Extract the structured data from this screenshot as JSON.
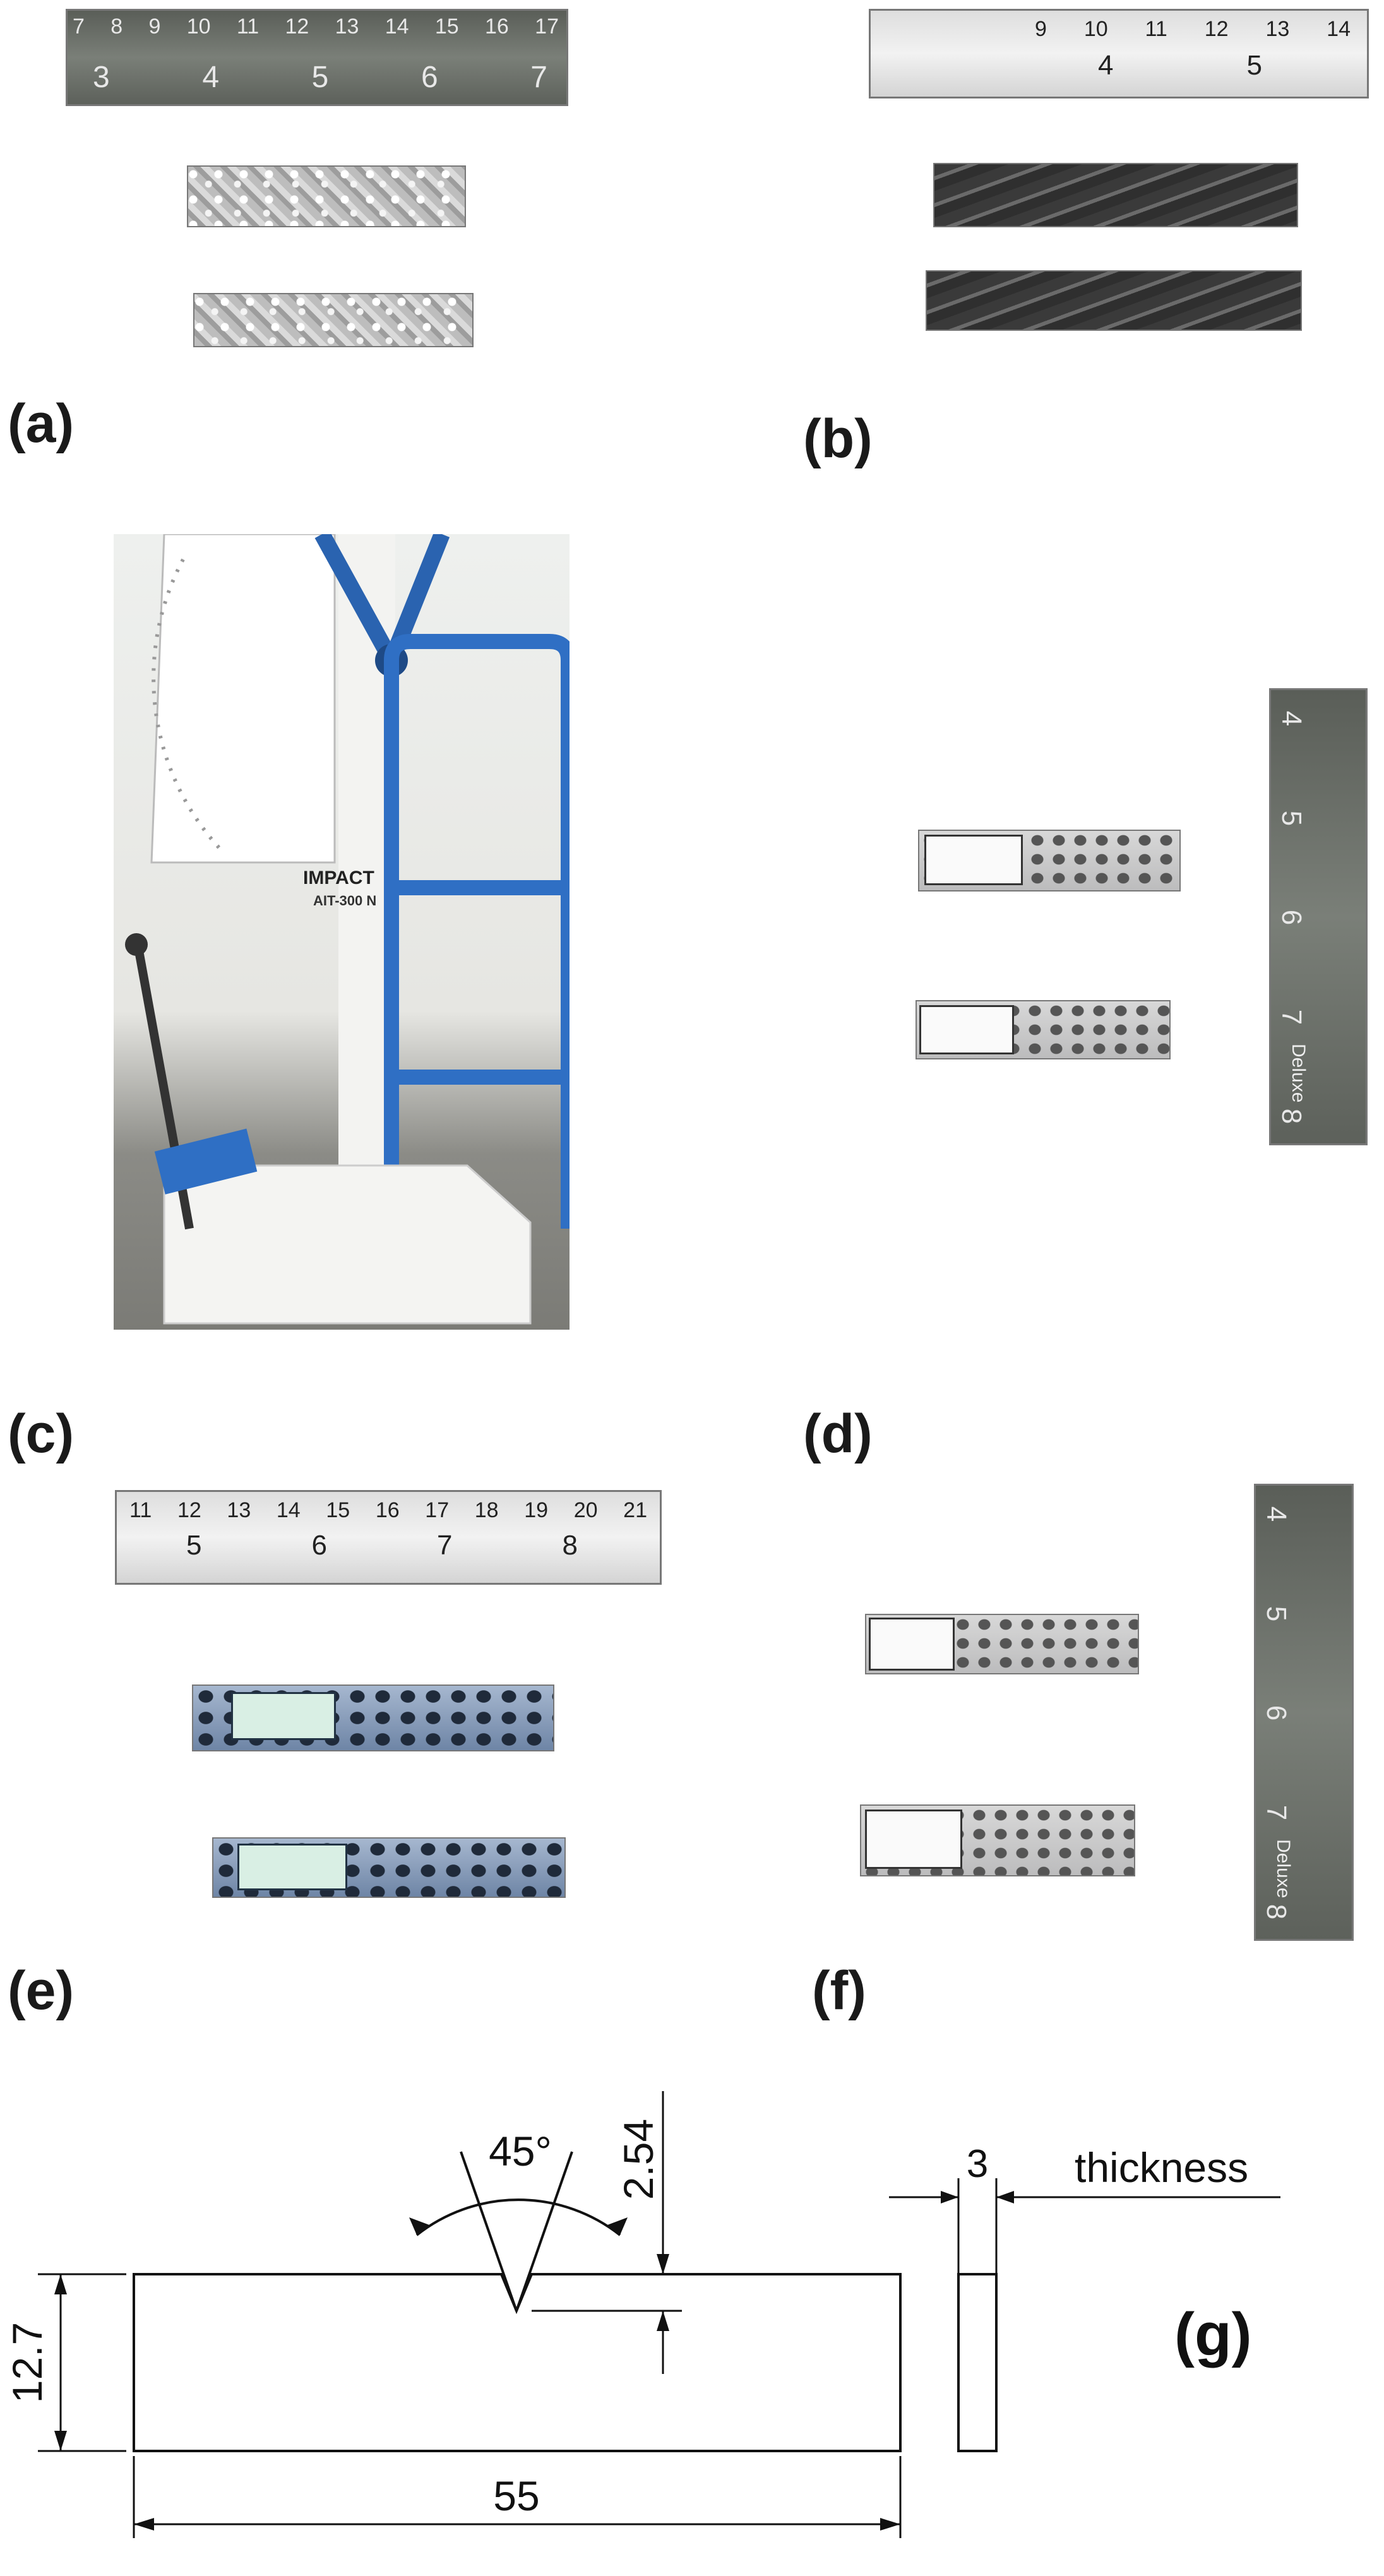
{
  "panels": {
    "a": "(a)",
    "b": "(b)",
    "c": "(c)",
    "d": "(d)",
    "e": "(e)",
    "f": "(f)",
    "g": "(g)"
  },
  "photo_c": {
    "machine_label": "IMPACT",
    "machine_model": "AIT-300 N"
  },
  "rulers": {
    "a_top": [
      "7",
      "8",
      "9",
      "10",
      "11",
      "12",
      "13",
      "14",
      "15",
      "16",
      "17"
    ],
    "a_bottom": [
      "3",
      "4",
      "5",
      "6",
      "7"
    ],
    "b_top": [
      "9",
      "10",
      "11",
      "12",
      "13",
      "14"
    ],
    "b_bottom": [
      "4",
      "5"
    ],
    "d_vertical": [
      "4",
      "5",
      "6",
      "7",
      "8"
    ],
    "d_brand": "Deluxe",
    "e_top": [
      "11",
      "12",
      "13",
      "14",
      "15",
      "16",
      "17",
      "18",
      "19",
      "20",
      "21"
    ],
    "e_bottom": [
      "5",
      "6",
      "7",
      "8"
    ],
    "f_vertical": [
      "4",
      "5",
      "6",
      "7",
      "8"
    ],
    "f_brand": "Deluxe"
  },
  "drawing": {
    "angle": "45°",
    "notch_depth": "2.54",
    "height": "12.7",
    "length": "55",
    "thickness_value": "3",
    "thickness_label": "thickness"
  }
}
